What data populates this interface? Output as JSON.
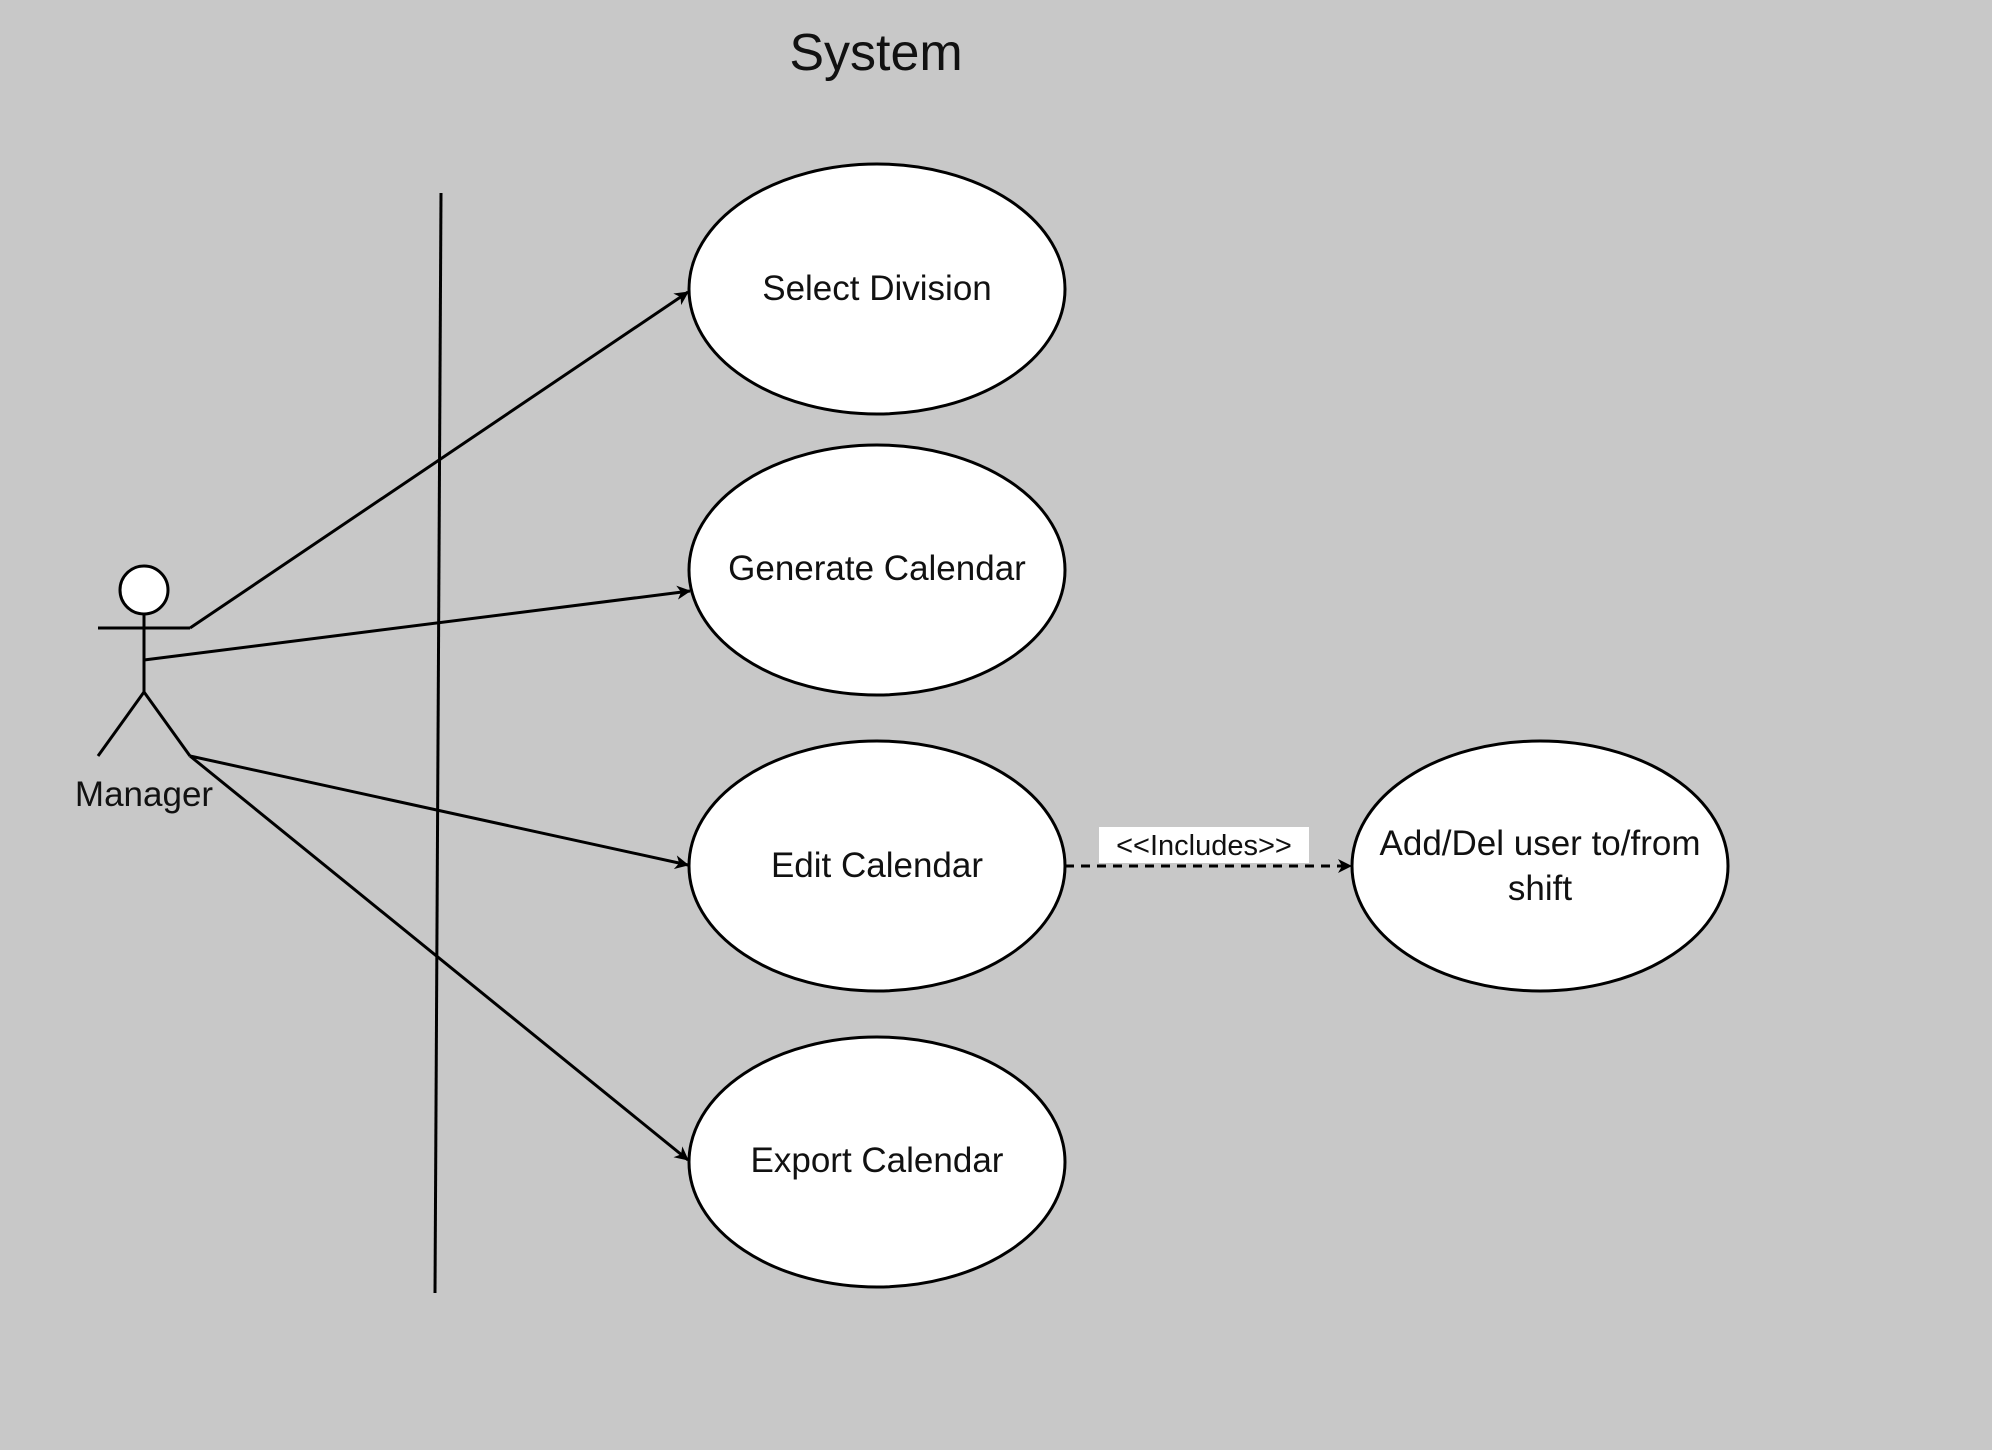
{
  "title": "System",
  "actor": {
    "name": "Manager"
  },
  "use_cases": {
    "select_division": "Select Division",
    "generate_calendar": "Generate Calendar",
    "edit_calendar": "Edit Calendar",
    "export_calendar": "Export Calendar",
    "add_del_line1": "Add/Del user to/from",
    "add_del_line2": "shift"
  },
  "relation": {
    "includes": "<<Includes>>"
  },
  "colors": {
    "background": "#c8c8c8",
    "ellipse_fill": "#ffffff",
    "stroke": "#000000"
  }
}
